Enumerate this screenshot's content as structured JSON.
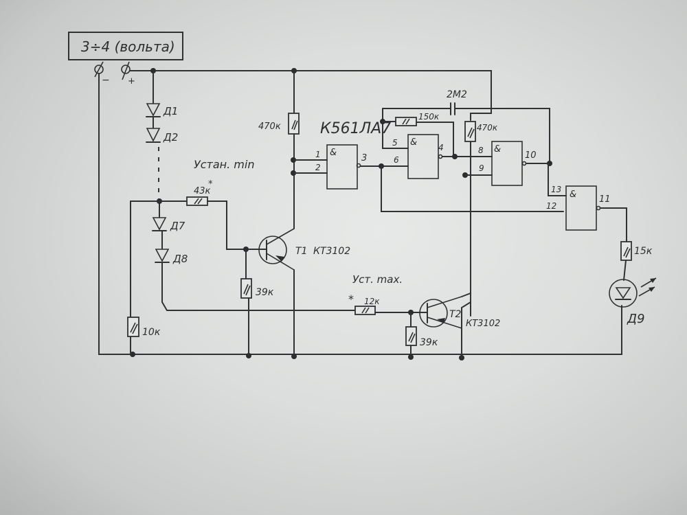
{
  "diagram": {
    "type": "hand-drawn electronic schematic",
    "power_supply": {
      "label": "3÷4 (вольта)",
      "minus": "−",
      "plus": "+"
    },
    "ic": {
      "part": "К561ЛА7",
      "gate_symbol": "&"
    },
    "gates": [
      {
        "id": "gate1",
        "symbol": "&",
        "inputs": [
          "1",
          "2"
        ],
        "output": "3"
      },
      {
        "id": "gate2",
        "symbol": "&",
        "inputs": [
          "5",
          "6"
        ],
        "output": "4"
      },
      {
        "id": "gate3",
        "symbol": "&",
        "inputs": [
          "8",
          "9"
        ],
        "output": "10"
      },
      {
        "id": "gate4",
        "symbol": "&",
        "inputs": [
          "13",
          "12"
        ],
        "output": "11"
      }
    ],
    "resistors": [
      {
        "id": "r-470k-1",
        "value": "470к"
      },
      {
        "id": "r-150k",
        "value": "150к"
      },
      {
        "id": "r-470k-2",
        "value": "470к"
      },
      {
        "id": "r-43k",
        "value": "43к",
        "mark": "*",
        "note": "Устан. min"
      },
      {
        "id": "r-39k-1",
        "value": "39к"
      },
      {
        "id": "r-12k",
        "value": "12к",
        "mark": "*",
        "note": "Уст. max."
      },
      {
        "id": "r-39k-2",
        "value": "39к"
      },
      {
        "id": "r-10k",
        "value": "10к"
      },
      {
        "id": "r-15k",
        "value": "15к"
      }
    ],
    "capacitor": {
      "value": "2М2"
    },
    "diodes": [
      "Д1",
      "Д2",
      "Д7",
      "Д8"
    ],
    "led": "Д9",
    "transistors": [
      {
        "id": "T1",
        "label": "Т1",
        "part": "КТ3102"
      },
      {
        "id": "T2",
        "label": "Т2",
        "part": "КТ3102"
      }
    ]
  }
}
